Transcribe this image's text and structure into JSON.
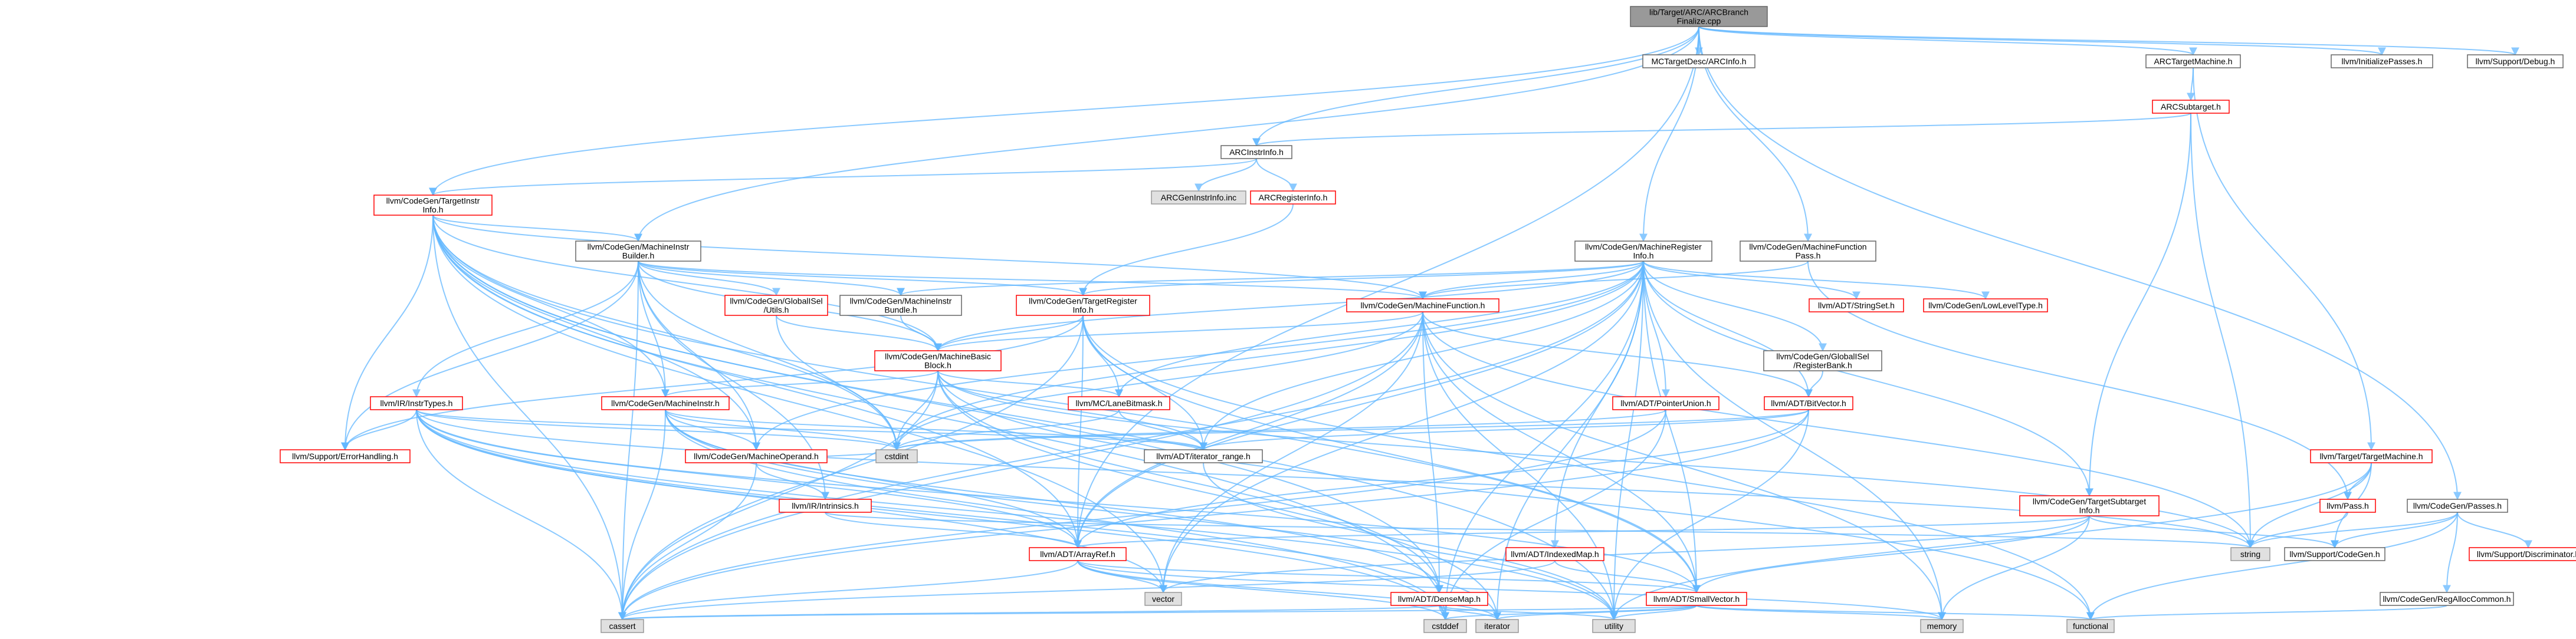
{
  "colors": {
    "edge": "#63b8ff",
    "box_border_red": "#ff0000",
    "box_border_gray": "#999999",
    "box_border_dark": "#666666",
    "box_fill_normal": "#ffffff",
    "box_fill_system": "#e0e0e0",
    "box_fill_root": "#999999",
    "text": "#000000"
  },
  "nodes": [
    {
      "id": "root",
      "lines": [
        "lib/Target/ARC/ARCBranch",
        "Finalize.cpp"
      ],
      "style": "root"
    },
    {
      "id": "mctargetdesc",
      "lines": [
        "MCTargetDesc/ARCInfo.h"
      ],
      "style": "normal"
    },
    {
      "id": "arctargetmachine",
      "lines": [
        "ARCTargetMachine.h"
      ],
      "style": "normal"
    },
    {
      "id": "initializepasses",
      "lines": [
        "llvm/InitializePasses.h"
      ],
      "style": "normal"
    },
    {
      "id": "debug",
      "lines": [
        "llvm/Support/Debug.h"
      ],
      "style": "normal"
    },
    {
      "id": "arcsubtarget",
      "lines": [
        "ARCSubtarget.h"
      ],
      "style": "red"
    },
    {
      "id": "arcinstrinfo",
      "lines": [
        "ARCInstrInfo.h"
      ],
      "style": "normal"
    },
    {
      "id": "arcgeninstrinfo",
      "lines": [
        "ARCGenInstrInfo.inc"
      ],
      "style": "system"
    },
    {
      "id": "arcregisterinfo",
      "lines": [
        "ARCRegisterInfo.h"
      ],
      "style": "red"
    },
    {
      "id": "targetinstrinfo",
      "lines": [
        "llvm/CodeGen/TargetInstr",
        "Info.h"
      ],
      "style": "red"
    },
    {
      "id": "mfpass",
      "lines": [
        "llvm/CodeGen/MachineFunction",
        "Pass.h"
      ],
      "style": "normal"
    },
    {
      "id": "mreginfo",
      "lines": [
        "llvm/CodeGen/MachineRegister",
        "Info.h"
      ],
      "style": "normal"
    },
    {
      "id": "minstrbuilder",
      "lines": [
        "llvm/CodeGen/MachineInstr",
        "Builder.h"
      ],
      "style": "normal"
    },
    {
      "id": "globalisel",
      "lines": [
        "llvm/CodeGen/GlobalISel",
        "/Utils.h"
      ],
      "style": "red"
    },
    {
      "id": "minstrbundle",
      "lines": [
        "llvm/CodeGen/MachineInstr",
        "Bundle.h"
      ],
      "style": "normal"
    },
    {
      "id": "targetreginfo",
      "lines": [
        "llvm/CodeGen/TargetRegister",
        "Info.h"
      ],
      "style": "red"
    },
    {
      "id": "mfunction",
      "lines": [
        "llvm/CodeGen/MachineFunction.h"
      ],
      "style": "red"
    },
    {
      "id": "stringset",
      "lines": [
        "llvm/ADT/StringSet.h"
      ],
      "style": "red"
    },
    {
      "id": "lowleveltype",
      "lines": [
        "llvm/CodeGen/LowLevelType.h"
      ],
      "style": "red"
    },
    {
      "id": "mbb",
      "lines": [
        "llvm/CodeGen/MachineBasic",
        "Block.h"
      ],
      "style": "red"
    },
    {
      "id": "registerbank",
      "lines": [
        "llvm/CodeGen/GlobalISel",
        "/RegisterBank.h"
      ],
      "style": "normal"
    },
    {
      "id": "instrtypes",
      "lines": [
        "llvm/IR/InstrTypes.h"
      ],
      "style": "red"
    },
    {
      "id": "minstr",
      "lines": [
        "llvm/CodeGen/MachineInstr.h"
      ],
      "style": "red"
    },
    {
      "id": "lanebitmask",
      "lines": [
        "llvm/MC/LaneBitmask.h"
      ],
      "style": "red"
    },
    {
      "id": "pointerunion",
      "lines": [
        "llvm/ADT/PointerUnion.h"
      ],
      "style": "red"
    },
    {
      "id": "bitvector",
      "lines": [
        "llvm/ADT/BitVector.h"
      ],
      "style": "red"
    },
    {
      "id": "targetmachine",
      "lines": [
        "llvm/Target/TargetMachine.h"
      ],
      "style": "red"
    },
    {
      "id": "errorhandling",
      "lines": [
        "llvm/Support/ErrorHandling.h"
      ],
      "style": "red"
    },
    {
      "id": "cstdint",
      "lines": [
        "cstdint"
      ],
      "style": "system"
    },
    {
      "id": "moperand",
      "lines": [
        "llvm/CodeGen/MachineOperand.h"
      ],
      "style": "red"
    },
    {
      "id": "iteratorrange",
      "lines": [
        "llvm/ADT/iterator_range.h"
      ],
      "style": "normal"
    },
    {
      "id": "intrinsics",
      "lines": [
        "llvm/IR/Intrinsics.h"
      ],
      "style": "red"
    },
    {
      "id": "targetsubtarget",
      "lines": [
        "llvm/CodeGen/TargetSubtarget",
        "Info.h"
      ],
      "style": "red"
    },
    {
      "id": "pass",
      "lines": [
        "llvm/Pass.h"
      ],
      "style": "red"
    },
    {
      "id": "codegenpasses",
      "lines": [
        "llvm/CodeGen/Passes.h"
      ],
      "style": "normal"
    },
    {
      "id": "arrayref",
      "lines": [
        "llvm/ADT/ArrayRef.h"
      ],
      "style": "red"
    },
    {
      "id": "indexedmap",
      "lines": [
        "llvm/ADT/IndexedMap.h"
      ],
      "style": "red"
    },
    {
      "id": "string",
      "lines": [
        "string"
      ],
      "style": "system"
    },
    {
      "id": "supportcodegen",
      "lines": [
        "llvm/Support/CodeGen.h"
      ],
      "style": "normal"
    },
    {
      "id": "discriminator",
      "lines": [
        "llvm/Support/Discriminator.h"
      ],
      "style": "red"
    },
    {
      "id": "vector",
      "lines": [
        "vector"
      ],
      "style": "system"
    },
    {
      "id": "densemap",
      "lines": [
        "llvm/ADT/DenseMap.h"
      ],
      "style": "red"
    },
    {
      "id": "smallvector",
      "lines": [
        "llvm/ADT/SmallVector.h"
      ],
      "style": "red"
    },
    {
      "id": "regalloccommon",
      "lines": [
        "llvm/CodeGen/RegAllocCommon.h"
      ],
      "style": "normal"
    },
    {
      "id": "cassert",
      "lines": [
        "cassert"
      ],
      "style": "system"
    },
    {
      "id": "cstddef",
      "lines": [
        "cstddef"
      ],
      "style": "system"
    },
    {
      "id": "iterator",
      "lines": [
        "iterator"
      ],
      "style": "system"
    },
    {
      "id": "utility",
      "lines": [
        "utility"
      ],
      "style": "system"
    },
    {
      "id": "memory",
      "lines": [
        "memory"
      ],
      "style": "system"
    },
    {
      "id": "functional",
      "lines": [
        "functional"
      ],
      "style": "system"
    }
  ],
  "edges": [
    [
      "root",
      "mctargetdesc"
    ],
    [
      "root",
      "arctargetmachine"
    ],
    [
      "root",
      "initializepasses"
    ],
    [
      "root",
      "debug"
    ],
    [
      "root",
      "arcinstrinfo"
    ],
    [
      "root",
      "targetinstrinfo"
    ],
    [
      "root",
      "mfpass"
    ],
    [
      "root",
      "mreginfo"
    ],
    [
      "root",
      "minstrbuilder"
    ],
    [
      "root",
      "codegenpasses"
    ],
    [
      "root",
      "arrayref"
    ],
    [
      "arctargetmachine",
      "arcsubtarget"
    ],
    [
      "arctargetmachine",
      "targetmachine"
    ],
    [
      "arcsubtarget",
      "arcinstrinfo"
    ],
    [
      "arcsubtarget",
      "targetsubtarget"
    ],
    [
      "arcsubtarget",
      "string"
    ],
    [
      "arcinstrinfo",
      "arcgeninstrinfo"
    ],
    [
      "arcinstrinfo",
      "arcregisterinfo"
    ],
    [
      "arcinstrinfo",
      "targetinstrinfo"
    ],
    [
      "arcregisterinfo",
      "targetreginfo"
    ],
    [
      "targetinstrinfo",
      "minstrbuilder"
    ],
    [
      "targetinstrinfo",
      "mbb"
    ],
    [
      "targetinstrinfo",
      "mfunction"
    ],
    [
      "targetinstrinfo",
      "minstr"
    ],
    [
      "targetinstrinfo",
      "moperand"
    ],
    [
      "targetinstrinfo",
      "errorhandling"
    ],
    [
      "targetinstrinfo",
      "cstdint"
    ],
    [
      "targetinstrinfo",
      "arrayref"
    ],
    [
      "targetinstrinfo",
      "densemap"
    ],
    [
      "targetinstrinfo",
      "smallvector"
    ],
    [
      "targetinstrinfo",
      "cassert"
    ],
    [
      "targetinstrinfo",
      "cstddef"
    ],
    [
      "targetinstrinfo",
      "utility"
    ],
    [
      "targetinstrinfo",
      "vector"
    ],
    [
      "mfpass",
      "pass"
    ],
    [
      "mfpass",
      "mfunction"
    ],
    [
      "mreginfo",
      "targetreginfo"
    ],
    [
      "mreginfo",
      "mfunction"
    ],
    [
      "mreginfo",
      "stringset"
    ],
    [
      "mreginfo",
      "lowleveltype"
    ],
    [
      "mreginfo",
      "mbb"
    ],
    [
      "mreginfo",
      "registerbank"
    ],
    [
      "mreginfo",
      "minstrbundle"
    ],
    [
      "mreginfo",
      "pointerunion"
    ],
    [
      "mreginfo",
      "bitvector"
    ],
    [
      "mreginfo",
      "lanebitmask"
    ],
    [
      "mreginfo",
      "targetsubtarget"
    ],
    [
      "mreginfo",
      "indexedmap"
    ],
    [
      "mreginfo",
      "arrayref"
    ],
    [
      "mreginfo",
      "smallvector"
    ],
    [
      "mreginfo",
      "iteratorrange"
    ],
    [
      "mreginfo",
      "cassert"
    ],
    [
      "mreginfo",
      "cstddef"
    ],
    [
      "mreginfo",
      "cstdint"
    ],
    [
      "mreginfo",
      "iterator"
    ],
    [
      "mreginfo",
      "memory"
    ],
    [
      "mreginfo",
      "utility"
    ],
    [
      "mreginfo",
      "vector"
    ],
    [
      "mreginfo",
      "moperand"
    ],
    [
      "minstrbuilder",
      "globalisel"
    ],
    [
      "minstrbuilder",
      "minstrbundle"
    ],
    [
      "minstrbuilder",
      "targetreginfo"
    ],
    [
      "minstrbuilder",
      "mfunction"
    ],
    [
      "minstrbuilder",
      "mbb"
    ],
    [
      "minstrbuilder",
      "minstr"
    ],
    [
      "minstrbuilder",
      "moperand"
    ],
    [
      "minstrbuilder",
      "instrtypes"
    ],
    [
      "minstrbuilder",
      "intrinsics"
    ],
    [
      "minstrbuilder",
      "errorhandling"
    ],
    [
      "minstrbuilder",
      "cassert"
    ],
    [
      "minstrbuilder",
      "cstdint"
    ],
    [
      "globalisel",
      "mbb"
    ],
    [
      "globalisel",
      "cstdint"
    ],
    [
      "minstrbundle",
      "mbb"
    ],
    [
      "targetreginfo",
      "mbb"
    ],
    [
      "targetreginfo",
      "lanebitmask"
    ],
    [
      "targetreginfo",
      "iteratorrange"
    ],
    [
      "targetreginfo",
      "arrayref"
    ],
    [
      "targetreginfo",
      "smallvector"
    ],
    [
      "targetreginfo",
      "cassert"
    ],
    [
      "targetreginfo",
      "errorhandling"
    ],
    [
      "targetreginfo",
      "functional"
    ],
    [
      "mfunction",
      "mbb"
    ],
    [
      "mfunction",
      "bitvector"
    ],
    [
      "mfunction",
      "arrayref"
    ],
    [
      "mfunction",
      "densemap"
    ],
    [
      "mfunction",
      "smallvector"
    ],
    [
      "mfunction",
      "cassert"
    ],
    [
      "mfunction",
      "cstdint"
    ],
    [
      "mfunction",
      "memory"
    ],
    [
      "mfunction",
      "utility"
    ],
    [
      "mfunction",
      "vector"
    ],
    [
      "mfunction",
      "string"
    ],
    [
      "mbb",
      "minstr"
    ],
    [
      "mbb",
      "lanebitmask"
    ],
    [
      "mbb",
      "iteratorrange"
    ],
    [
      "mbb",
      "cassert"
    ],
    [
      "mbb",
      "cstdint"
    ],
    [
      "mbb",
      "iterator"
    ],
    [
      "mbb",
      "string"
    ],
    [
      "mbb",
      "functional"
    ],
    [
      "mbb",
      "densemap"
    ],
    [
      "registerbank",
      "bitvector"
    ],
    [
      "instrtypes",
      "arrayref"
    ],
    [
      "instrtypes",
      "errorhandling"
    ],
    [
      "instrtypes",
      "cstdint"
    ],
    [
      "instrtypes",
      "iterator"
    ],
    [
      "instrtypes",
      "string"
    ],
    [
      "instrtypes",
      "utility"
    ],
    [
      "instrtypes",
      "vector"
    ],
    [
      "instrtypes",
      "cassert"
    ],
    [
      "instrtypes",
      "cstddef"
    ],
    [
      "instrtypes",
      "iteratorrange"
    ],
    [
      "instrtypes",
      "smallvector"
    ],
    [
      "minstr",
      "moperand"
    ],
    [
      "minstr",
      "iteratorrange"
    ],
    [
      "minstr",
      "arrayref"
    ],
    [
      "minstr",
      "cassert"
    ],
    [
      "minstr",
      "cstdint"
    ],
    [
      "minstr",
      "densemap"
    ],
    [
      "minstr",
      "utility"
    ],
    [
      "minstr",
      "cstddef"
    ],
    [
      "moperand",
      "intrinsics"
    ],
    [
      "moperand",
      "cassert"
    ],
    [
      "moperand",
      "cstdint"
    ],
    [
      "lanebitmask",
      "cstdint"
    ],
    [
      "lanebitmask",
      "iteratorrange"
    ],
    [
      "pointerunion",
      "cassert"
    ],
    [
      "pointerunion",
      "cstddef"
    ],
    [
      "pointerunion",
      "cstdint"
    ],
    [
      "bitvector",
      "arrayref"
    ],
    [
      "bitvector",
      "iteratorrange"
    ],
    [
      "bitvector",
      "cassert"
    ],
    [
      "bitvector",
      "utility"
    ],
    [
      "bitvector",
      "cstdint"
    ],
    [
      "targetmachine",
      "pass"
    ],
    [
      "targetmachine",
      "supportcodegen"
    ],
    [
      "targetmachine",
      "string"
    ],
    [
      "targetmachine",
      "utility"
    ],
    [
      "iteratorrange",
      "utility"
    ],
    [
      "intrinsics",
      "arrayref"
    ],
    [
      "intrinsics",
      "string"
    ],
    [
      "targetsubtarget",
      "arrayref"
    ],
    [
      "targetsubtarget",
      "smallvector"
    ],
    [
      "targetsubtarget",
      "supportcodegen"
    ],
    [
      "targetsubtarget",
      "memory"
    ],
    [
      "targetsubtarget",
      "vector"
    ],
    [
      "pass",
      "string"
    ],
    [
      "codegenpasses",
      "discriminator"
    ],
    [
      "codegenpasses",
      "regalloccommon"
    ],
    [
      "codegenpasses",
      "supportcodegen"
    ],
    [
      "codegenpasses",
      "functional"
    ],
    [
      "codegenpasses",
      "string"
    ],
    [
      "arrayref",
      "cassert"
    ],
    [
      "arrayref",
      "cstddef"
    ],
    [
      "arrayref",
      "iterator"
    ],
    [
      "arrayref",
      "memory"
    ],
    [
      "arrayref",
      "vector"
    ],
    [
      "arrayref",
      "smallvector"
    ],
    [
      "indexedmap",
      "smallvector"
    ],
    [
      "indexedmap",
      "cassert"
    ],
    [
      "densemap",
      "cassert"
    ],
    [
      "densemap",
      "cstddef"
    ],
    [
      "densemap",
      "iterator"
    ],
    [
      "densemap",
      "utility"
    ],
    [
      "smallvector",
      "cassert"
    ],
    [
      "smallvector",
      "cstddef"
    ],
    [
      "smallvector",
      "iterator"
    ],
    [
      "smallvector",
      "memory"
    ],
    [
      "smallvector",
      "utility"
    ],
    [
      "smallvector",
      "functional"
    ],
    [
      "regalloccommon",
      "functional"
    ]
  ]
}
